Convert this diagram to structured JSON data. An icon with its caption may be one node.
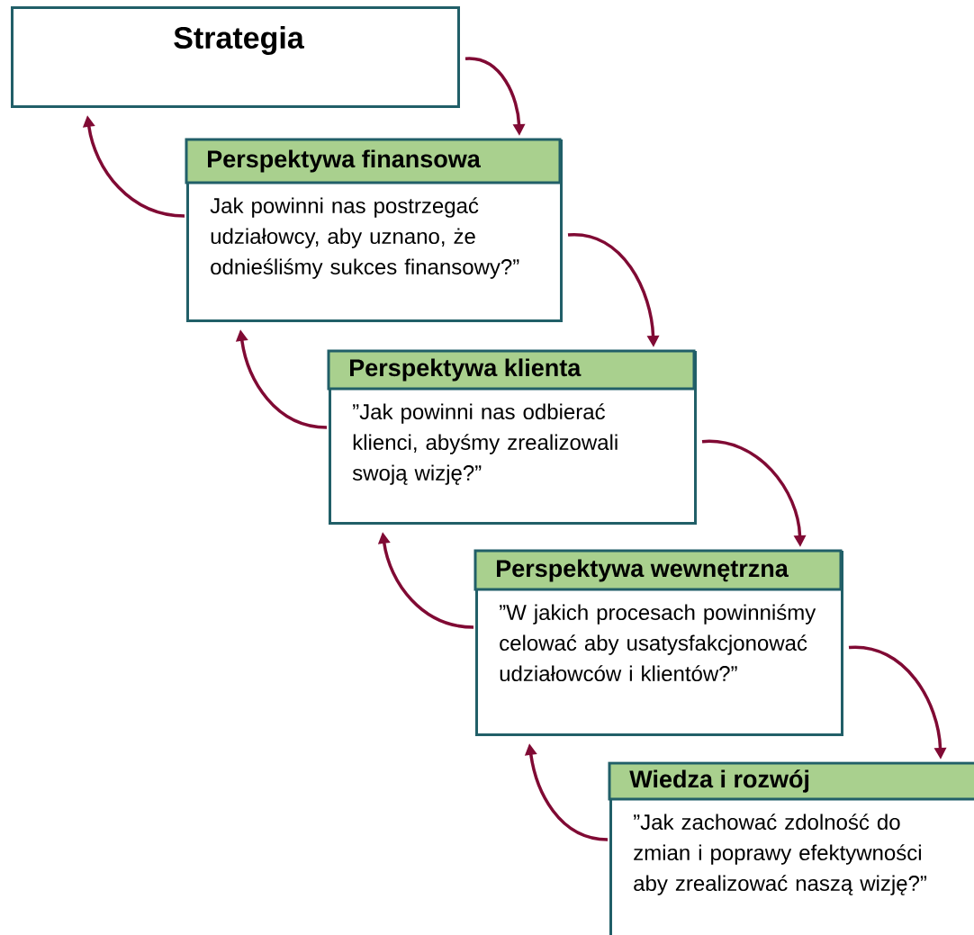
{
  "diagram": {
    "nodes": [
      {
        "text": [
          "Strategia"
        ]
      },
      {
        "text": [
          "Perspektywa finansowa",
          "Jak powinni nas postrzegać udziałowcy, aby uznano, że odnieśliśmy sukces finansowy?”"
        ]
      },
      {
        "text": [
          "Perspektywa klienta",
          "”Jak powinni nas odbierać klienci, abyśmy zrealizowali swoją wizję?”"
        ]
      },
      {
        "text": [
          "Perspektywa wewnętrzna",
          "”W jakich procesach powinniśmy celować aby usatysfakcjonować udziałowców i klientów?”"
        ]
      },
      {
        "text": [
          "Wiedza i rozwój",
          "”Jak zachować zdolność do zmian i poprawy efektywności aby zrealizować naszą wizję?”"
        ]
      }
    ],
    "edges": [
      {
        "from": 0,
        "to": 1,
        "arrow": "to"
      },
      {
        "from": 1,
        "to": 0,
        "arrow": "to"
      },
      {
        "from": 1,
        "to": 2,
        "arrow": "to"
      },
      {
        "from": 2,
        "to": 1,
        "arrow": "to"
      },
      {
        "from": 2,
        "to": 3,
        "arrow": "to"
      },
      {
        "from": 3,
        "to": 2,
        "arrow": "to"
      },
      {
        "from": 3,
        "to": 4,
        "arrow": "to"
      },
      {
        "from": 4,
        "to": 3,
        "arrow": "to"
      }
    ]
  }
}
